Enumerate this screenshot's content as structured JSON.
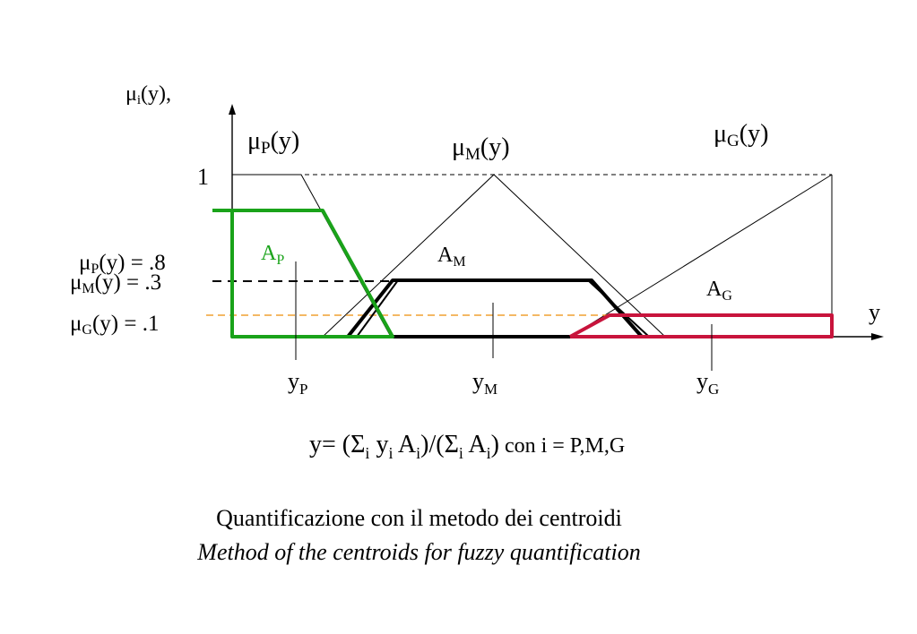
{
  "y_axis_label": {
    "mu": "μ",
    "sub": "i",
    "rest": "(y),",
    "note": "μi(y),"
  },
  "x_axis_label": "y",
  "tick_one": "1",
  "curve_labels": {
    "P": {
      "mu": "μ",
      "sub": "P",
      "rest": "(y)"
    },
    "M": {
      "mu": "μ",
      "sub": "M",
      "rest": "(y)"
    },
    "G": {
      "mu": "μ",
      "sub": "G",
      "rest": "(y)"
    }
  },
  "level_labels": {
    "P": {
      "mu": "μ",
      "sub": "P",
      "rest": "(y) = .8"
    },
    "M": {
      "mu": "μ",
      "sub": "M",
      "rest": "(y) = .3"
    },
    "G": {
      "mu": "μ",
      "sub": "G",
      "rest": "(y) = .1"
    }
  },
  "area_labels": {
    "P": {
      "A": "A",
      "sub": "P"
    },
    "M": {
      "A": "A",
      "sub": "M"
    },
    "G": {
      "A": "A",
      "sub": "G"
    }
  },
  "centroid_labels": {
    "P": {
      "y": "y",
      "sub": "P"
    },
    "M": {
      "y": "y",
      "sub": "M"
    },
    "G": {
      "y": "y",
      "sub": "G"
    }
  },
  "formula": {
    "lead": "y= (Σ",
    "sub_a": "i",
    "mid_a": " y",
    "sub_b": "i",
    "mid_b": " A",
    "sub_c": "i",
    "mid_c": ")/(Σ",
    "sub_d": "i",
    "mid_d": " A",
    "sub_e": "i",
    "close": ")",
    "tail": " con i = P,M,G"
  },
  "caption_it": "Quantificazione con il metodo dei centroidi",
  "caption_en": "Method of the centroids for fuzzy quantification",
  "colors": {
    "P": "#1aa31a",
    "M": "#000000",
    "G": "#c8143c",
    "level_G": "#f0a030",
    "level_M": "#000000"
  }
}
